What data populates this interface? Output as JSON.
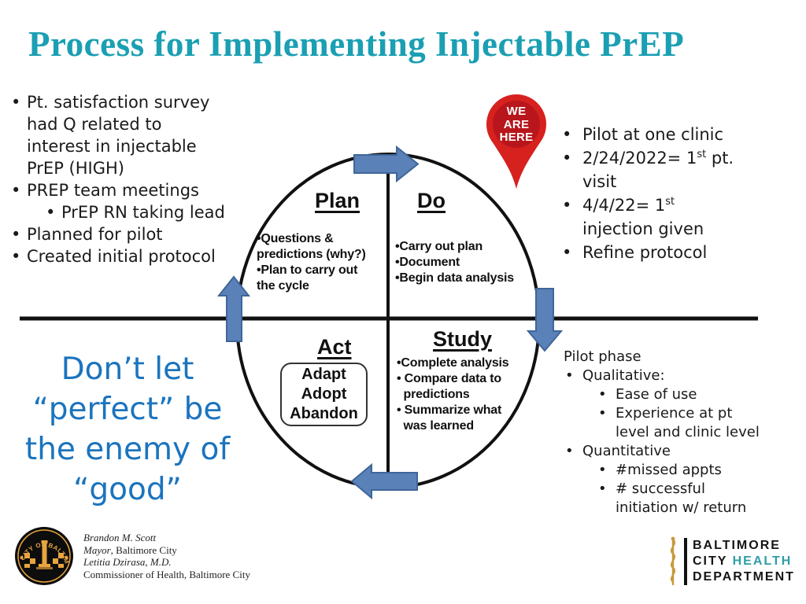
{
  "slide": {
    "title": "Process for Implementing Injectable PrEP"
  },
  "colors": {
    "title_teal": "#1A9FB3",
    "quote_blue": "#1B74BE",
    "arrow_blue": "#5A81B8",
    "arrow_border": "#3F6699",
    "pin_red": "#D6211E",
    "pin_inner_red": "#B8161C",
    "seal_gold": "#E8A53E",
    "logo_teal": "#2E9EA8"
  },
  "left_list": {
    "items": [
      {
        "bullet": "•",
        "text": "Pt. satisfaction survey\nhad Q related to\ninterest in injectable\nPrEP (HIGH)",
        "level": 1
      },
      {
        "bullet": "•",
        "text": "PREP team meetings",
        "level": 1
      },
      {
        "bullet": "•",
        "text": "PrEP RN taking lead",
        "level": 2
      },
      {
        "bullet": "•",
        "text": "Planned for pilot",
        "level": 1
      },
      {
        "bullet": "•",
        "text": "Created initial protocol",
        "level": 1
      }
    ]
  },
  "right_list": {
    "items": [
      {
        "bullet": "•",
        "pre": "Pilot at one clinic",
        "sup": "",
        "post": ""
      },
      {
        "bullet": "•",
        "pre": "2/24/2022= 1",
        "sup": "st",
        "post": " pt.\nvisit"
      },
      {
        "bullet": "•",
        "pre": "4/4/22= 1",
        "sup": "st",
        "post": "\ninjection given"
      },
      {
        "bullet": "•",
        "pre": "Refine protocol",
        "sup": "",
        "post": ""
      }
    ]
  },
  "we_are_here": {
    "text": "WE\nARE\nHERE"
  },
  "pdsa": {
    "plan": {
      "heading": "Plan",
      "bullets": "•Questions &\npredictions (why?)\n•Plan to carry out\nthe cycle"
    },
    "do": {
      "heading": "Do",
      "bullets": "•Carry out plan\n•Document\n•Begin data analysis"
    },
    "study": {
      "heading": "Study",
      "bullets": "•Complete analysis\n• Compare data to\n  predictions\n• Summarize what\n  was learned"
    },
    "act": {
      "heading": "Act",
      "box": "Adapt\nAdopt\nAbandon"
    }
  },
  "pilot_phase": {
    "heading": "Pilot phase",
    "items": [
      {
        "bullet": "•",
        "text": "Qualitative:",
        "level": 1
      },
      {
        "bullet": "•",
        "text": "Ease of use",
        "level": 2
      },
      {
        "bullet": "•",
        "text": "Experience at pt\nlevel and clinic level",
        "level": 2
      },
      {
        "bullet": "•",
        "text": "Quantitative",
        "level": 1
      },
      {
        "bullet": "•",
        "text": "#missed appts",
        "level": 2
      },
      {
        "bullet": "•",
        "text": "# successful\ninitiation w/ return",
        "level": 2
      }
    ]
  },
  "quote": {
    "text": "Don’t let\n“perfect” be\nthe enemy of\n“good”"
  },
  "footer": {
    "seal_arc_text": "CITY OF BALTIMORE",
    "caption": {
      "line1": "Brandon M. Scott",
      "line2_italic": "Mayor",
      "line2_rest": ", Baltimore City",
      "line3": "Letitia Dzirasa, M.D.",
      "line4": "Commissioner of Health, Baltimore City"
    },
    "logo": {
      "line1": "BALTIMORE",
      "line2_black": "CITY ",
      "line2_teal": "HEALTH",
      "line3": "DEPARTMENT"
    }
  }
}
